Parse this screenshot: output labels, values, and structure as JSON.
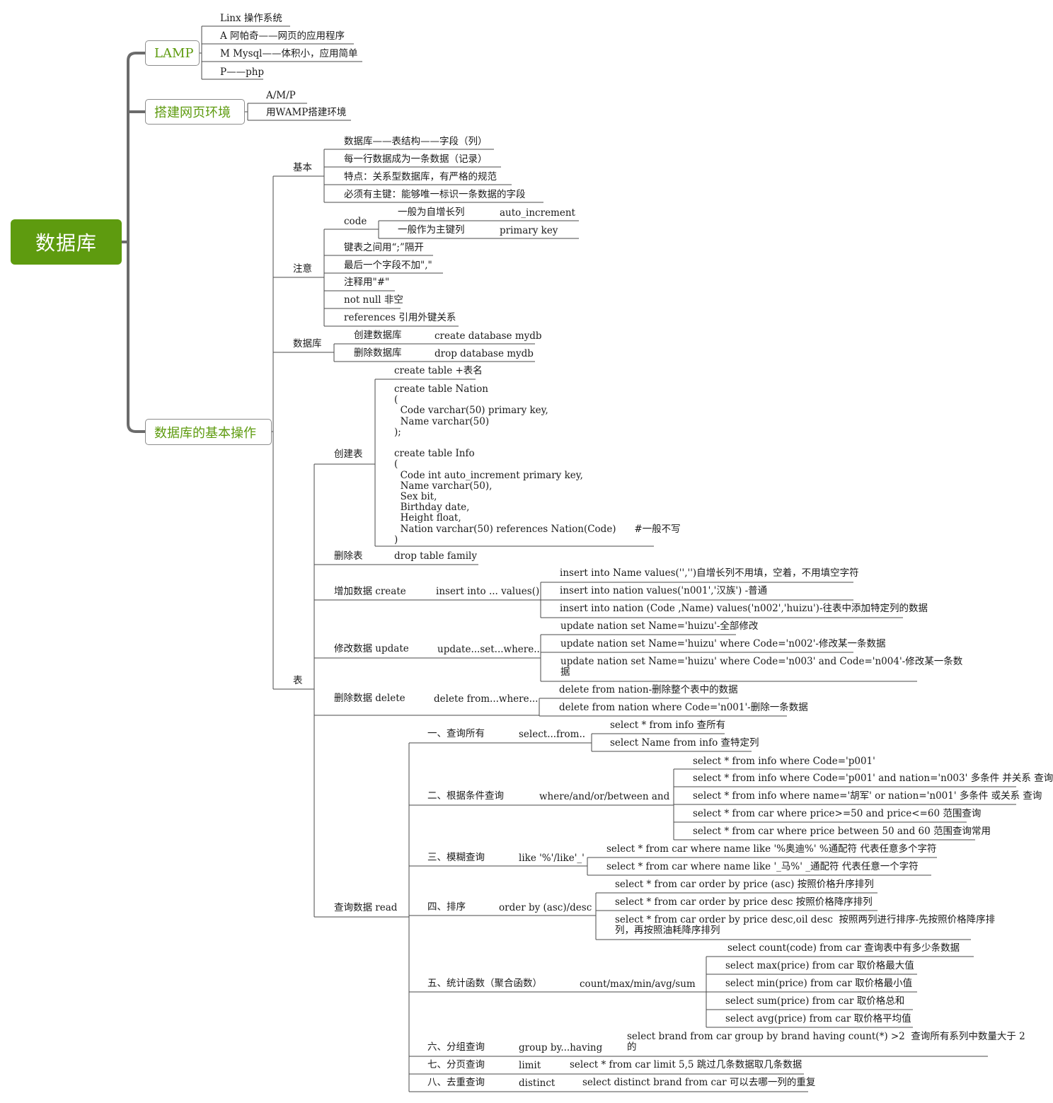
{
  "root": {
    "label": "数据库"
  },
  "lamp": {
    "label": "LAMP",
    "items": [
      "Linx  操作系统",
      "A 阿帕奇——网页的应用程序",
      "M Mysql——体积小，应用简单",
      "P——php"
    ]
  },
  "env": {
    "label": "搭建网页环境",
    "items": [
      "A/M/P",
      "用WAMP搭建环境"
    ]
  },
  "ops": {
    "label": "数据库的基本操作",
    "basic": {
      "label": "基本",
      "items": [
        "数据库——表结构——字段（列）",
        "每一行数据成为一条数据（记录）",
        "特点：关系型数据库，有严格的规范",
        "必须有主键：能够唯一标识一条数据的字段"
      ]
    },
    "note": {
      "label": "注意",
      "code": {
        "label": "code",
        "rows": [
          [
            "一般为自增长列",
            "auto_increment"
          ],
          [
            "一般作为主键列",
            "primary key"
          ]
        ]
      },
      "items": [
        "键表之间用“;”隔开",
        "最后一个字段不加\",\"",
        "注释用\"#\"",
        "not null 非空",
        "references  引用外键关系"
      ]
    },
    "db": {
      "label": "数据库",
      "rows": [
        [
          "创建数据库",
          "create database mydb"
        ],
        [
          "删除数据库",
          "drop database mydb"
        ]
      ]
    },
    "table": {
      "label": "表",
      "create": {
        "label": "创建表",
        "syntax": "create table +表名",
        "code": "create table Nation\n(\n  Code varchar(50) primary key,\n  Name varchar(50)\n);\n\ncreate table Info\n(\n  Code int auto_increment primary key,\n  Name varchar(50),\n  Sex bit,\n  Birthday date,\n  Height float,\n  Nation varchar(50) references Nation(Code)      #一般不写\n)"
      },
      "drop": {
        "label": "删除表",
        "value": "drop table family"
      },
      "insert": {
        "label": "增加数据   create",
        "syntax": "insert into ... values()",
        "items": [
          "insert into Name values('','')自增长列不用填，空着，不用填空字符",
          "insert into nation values('n001','汉族') -普通",
          "insert into nation (Code ,Name) values('n002','huizu')-往表中添加特定列的数据"
        ]
      },
      "update": {
        "label": "修改数据  update",
        "syntax": "update...set...where..",
        "items": [
          "update nation set Name='huizu'-全部修改",
          "update nation set Name='huizu' where Code='n002'-修改某一条数据",
          "update nation set Name='huizu' where Code='n003' and Code='n004'-修改某一条数\n据"
        ]
      },
      "delete": {
        "label": "删除数据  delete",
        "syntax": "delete from...where...",
        "items": [
          "delete from nation-删除整个表中的数据",
          "delete from nation where Code='n001'-删除一条数据"
        ]
      },
      "read": {
        "label": "查询数据  read",
        "q1": {
          "label": "一、查询所有",
          "syntax": "select...from..",
          "items": [
            "select * from info   查所有",
            "select Name from info 查特定列"
          ]
        },
        "q2": {
          "label": "二、根据条件查询",
          "syntax": "where/and/or/between and",
          "items": [
            "select * from info where Code='p001'",
            "select * from info where Code='p001' and nation='n003' 多条件 并关系 查询",
            "select * from info where name='胡军' or nation='n001'  多条件 或关系 查询",
            "select * from car where price>=50 and price<=60       范围查询",
            "select * from car where price between 50 and 60       范围查询常用"
          ]
        },
        "q3": {
          "label": "三、模糊查询",
          "syntax": "like '%'/like'_'",
          "items": [
            "select * from car where name like '%奥迪%'          %通配符 代表任意多个字符",
            "select * from car where name like '_马%'            _通配符 代表任意一个字符"
          ]
        },
        "q4": {
          "label": "四、排序",
          "syntax": "order by (asc)/desc",
          "items": [
            "select * from car order by price (asc)         按照价格升序排列",
            "select * from car order by price  desc          按照价格降序排列",
            "select * from car order by price desc,oil desc  按照两列进行排序-先按照价格降序排\n列，再按照油耗降序排列"
          ]
        },
        "q5": {
          "label": "五、统计函数（聚合函数）",
          "syntax": "count/max/min/avg/sum",
          "items": [
            "select count(code) from car    查询表中有多少条数据",
            "select max(price) from car       取价格最大值",
            "select min(price) from car       取价格最小值",
            "select sum(price) from car       取价格总和",
            "select avg(price) from car       取价格平均值"
          ]
        },
        "q6": {
          "label": "六、分组查询",
          "syntax": "group by...having",
          "value": "select brand from car group by brand having count(*) >2  查询所有系列中数量大于 2\n的"
        },
        "q7": {
          "label": "七、分页查询",
          "syntax": "limit",
          "value": "select * from car limit 5,5      跳过几条数据取几条数据"
        },
        "q8": {
          "label": "八、去重查询",
          "syntax": "distinct",
          "value": "select distinct brand from car   可以去哪一列的重复"
        }
      }
    }
  }
}
